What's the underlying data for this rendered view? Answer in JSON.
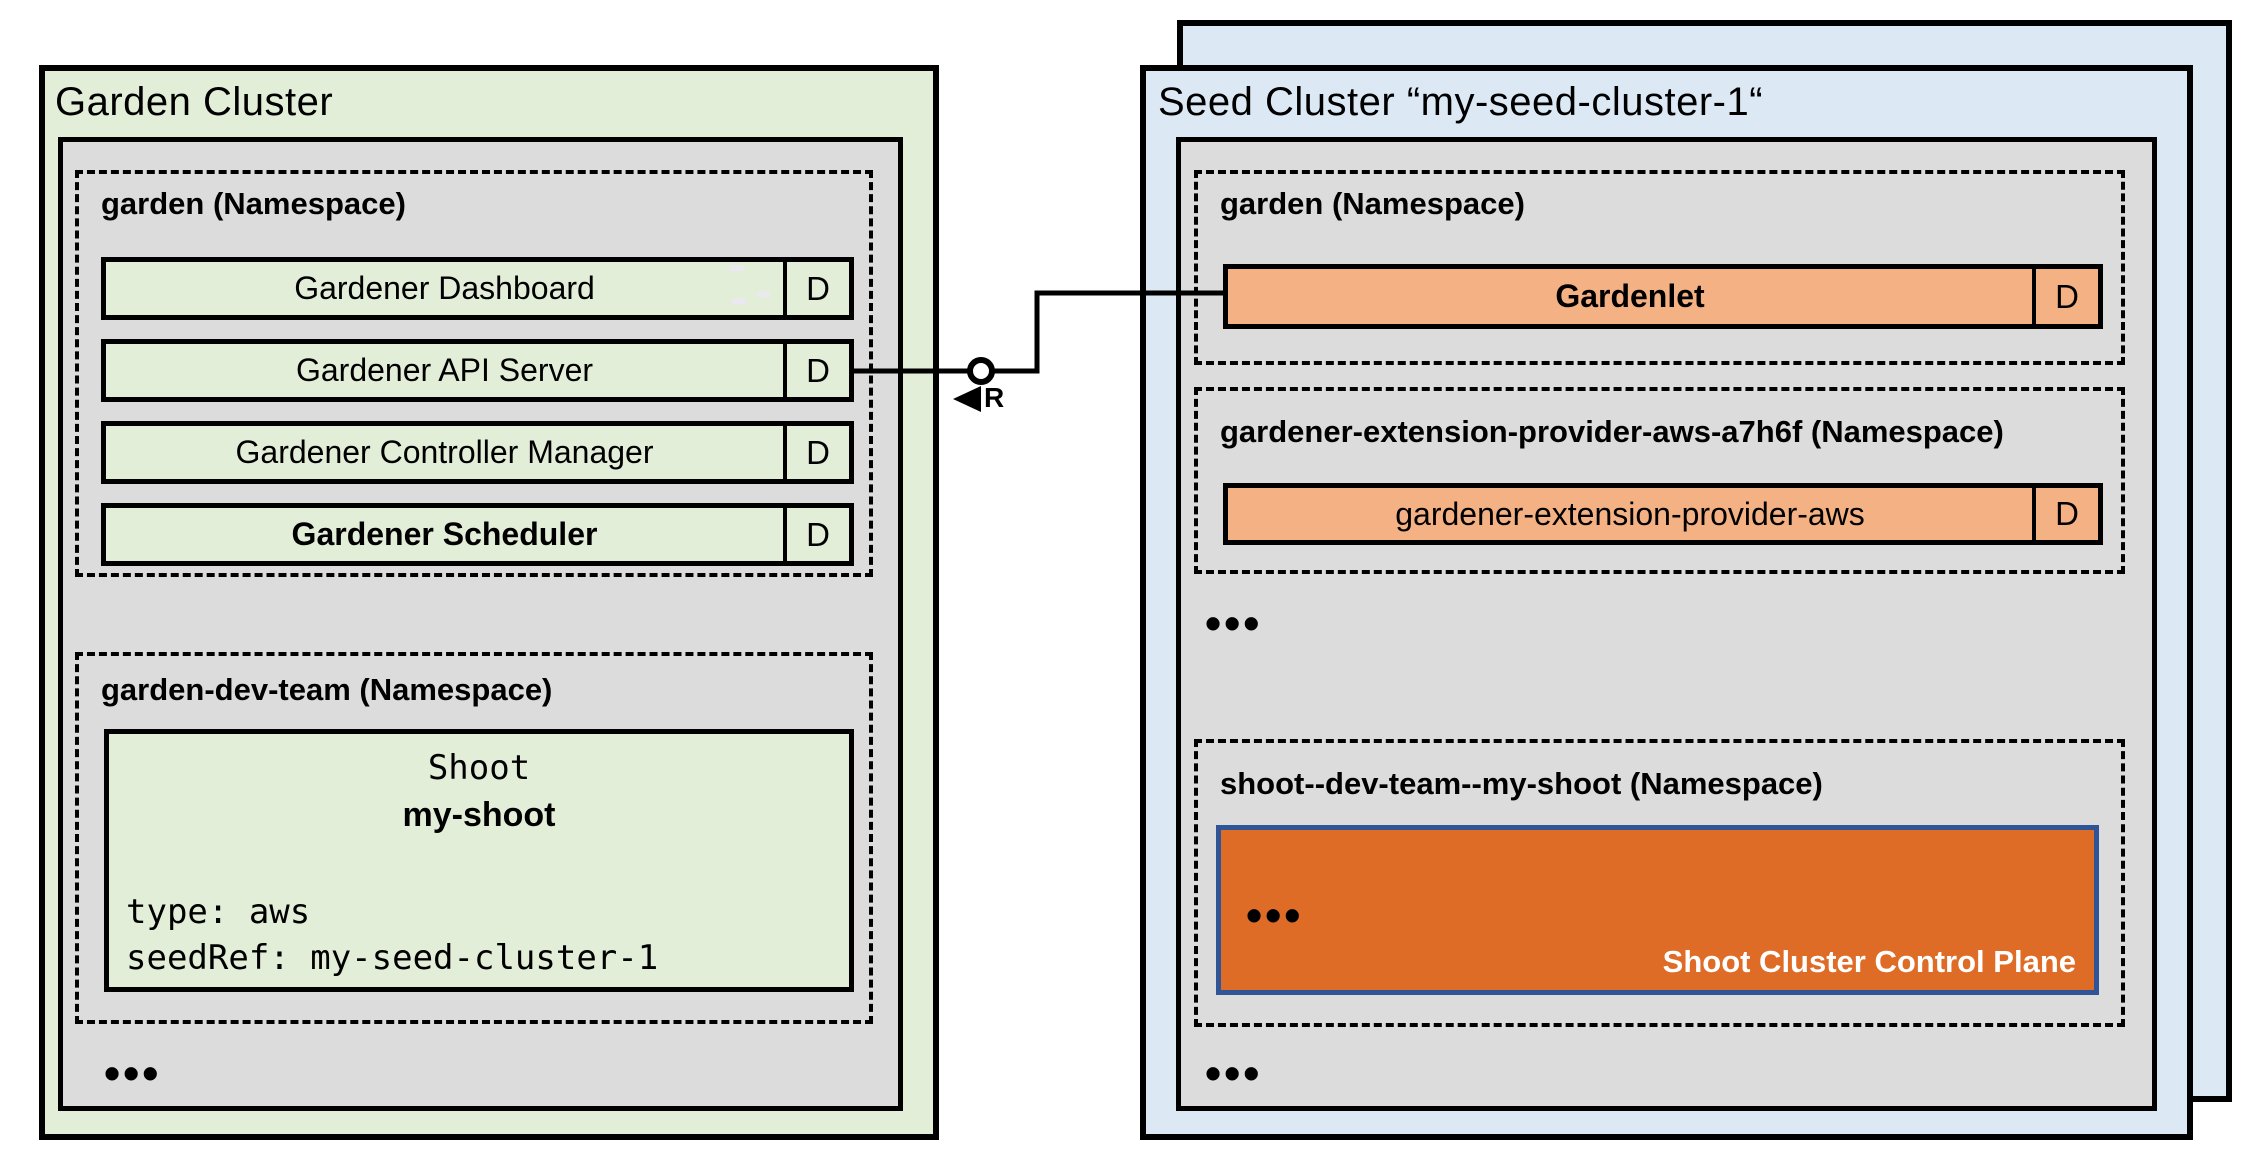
{
  "garden_cluster": {
    "title": "Garden Cluster",
    "garden_namespace": {
      "title": "garden (Namespace)",
      "rows": [
        {
          "label": "Gardener Dashboard",
          "badge": "D"
        },
        {
          "label": "Gardener API Server",
          "badge": "D"
        },
        {
          "label": "Gardener Controller Manager",
          "badge": "D"
        },
        {
          "label": "Gardener Scheduler",
          "badge": "D"
        }
      ]
    },
    "dev_namespace": {
      "title": "garden-dev-team (Namespace)",
      "shoot": {
        "kind": "Shoot",
        "name": "my-shoot",
        "spec": [
          "type: aws",
          "seedRef: my-seed-cluster-1"
        ]
      }
    },
    "ellipsis": "•••"
  },
  "seed_cluster": {
    "title": "Seed Cluster “my-seed-cluster-1“",
    "garden_namespace": {
      "title": "garden (Namespace)",
      "rows": [
        {
          "label": "Gardenlet",
          "badge": "D"
        }
      ]
    },
    "extension_namespace": {
      "title": "gardener-extension-provider-aws-a7h6f (Namespace)",
      "rows": [
        {
          "label": "gardener-extension-provider-aws",
          "badge": "D"
        }
      ]
    },
    "ellipsis_top": "•••",
    "shoot_namespace": {
      "title": "shoot--dev-team--my-shoot (Namespace)",
      "control_plane": {
        "ellipsis": "•••",
        "label": "Shoot Cluster Control Plane"
      }
    },
    "ellipsis_bottom": "•••"
  },
  "connector": {
    "label": "R"
  },
  "colors": {
    "garden_green": "#e3eed9",
    "seed_blue": "#dce9f5",
    "panel_gray": "#dcdcdc",
    "workload_orange": "#f4b183",
    "control_plane_orange": "#de6c26",
    "control_plane_border": "#2f5597",
    "line_black": "#000000"
  }
}
